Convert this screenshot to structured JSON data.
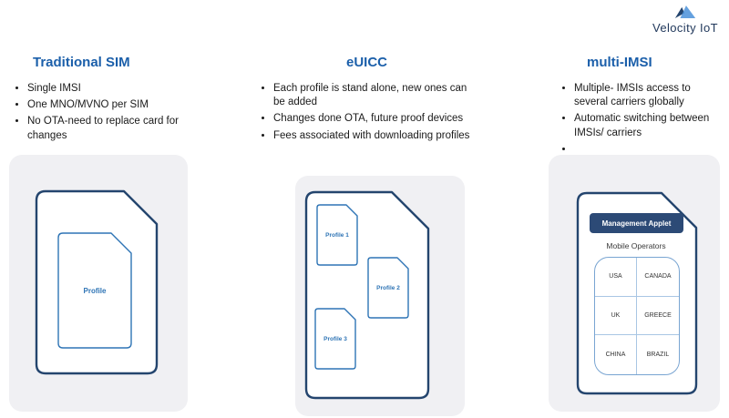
{
  "logo": {
    "text": "Velocity IoT"
  },
  "columns": [
    {
      "title": "Traditional SIM",
      "bullets": [
        "Single IMSI",
        "One MNO/MVNO per SIM",
        "No OTA-need to replace card for changes"
      ]
    },
    {
      "title": "eUICC",
      "bullets": [
        "Each profile is stand alone, new ones can be added",
        "Changes done OTA, future proof devices",
        "Fees associated with downloading profiles"
      ]
    },
    {
      "title": "multi-IMSI",
      "bullets": [
        "Multiple- IMSIs  access to several carriers globally",
        "Automatic switching between IMSIs/ carriers",
        ""
      ]
    }
  ],
  "cards": {
    "traditional": {
      "profile_label": "Profile"
    },
    "euicc": {
      "profiles": [
        "Profile 1",
        "Profile 2",
        "Profile 3"
      ]
    },
    "multi_imsi": {
      "applet_label": "Management Applet",
      "operators_label": "Mobile Operators",
      "operators": [
        [
          "USA",
          "CANADA"
        ],
        [
          "UK",
          "GREECE"
        ],
        [
          "CHINA",
          "BRAZIL"
        ]
      ]
    }
  },
  "colors": {
    "heading_blue": "#1b5faa",
    "sim_outline_navy": "#24456e",
    "profile_blue": "#2e74b5",
    "applet_navy": "#2c4a76",
    "card_background": "#f0f0f3",
    "table_border_blue": "#79a5d2"
  }
}
